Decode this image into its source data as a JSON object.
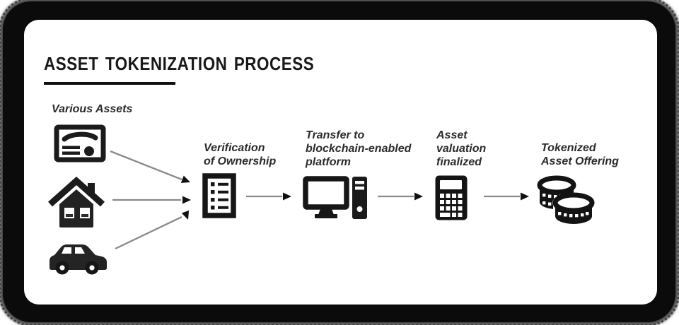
{
  "title": "ASSET TOKENIZATION PROCESS",
  "assets": {
    "label": "Various Assets",
    "items": [
      {
        "name": "stock certificate",
        "icon": "certificate-icon"
      },
      {
        "name": "real estate",
        "icon": "house-icon"
      },
      {
        "name": "vehicle",
        "icon": "car-icon"
      }
    ]
  },
  "stages": [
    {
      "label": "Verification\nof Ownership",
      "icon": "checklist-icon"
    },
    {
      "label": "Transfer to\nblockchain-enabled\nplatform",
      "icon": "desktop-computer-icon"
    },
    {
      "label": "Asset\nvaluation\nfinalized",
      "icon": "calculator-icon"
    },
    {
      "label": "Tokenized\nAsset Offering",
      "icon": "coins-icon"
    }
  ],
  "colors": {
    "ink": "#1b1b1b",
    "arrow_line": "#8a8a8a",
    "arrow_head": "#111111",
    "card_bg": "#ffffff",
    "frame": "#0b0b0b"
  }
}
